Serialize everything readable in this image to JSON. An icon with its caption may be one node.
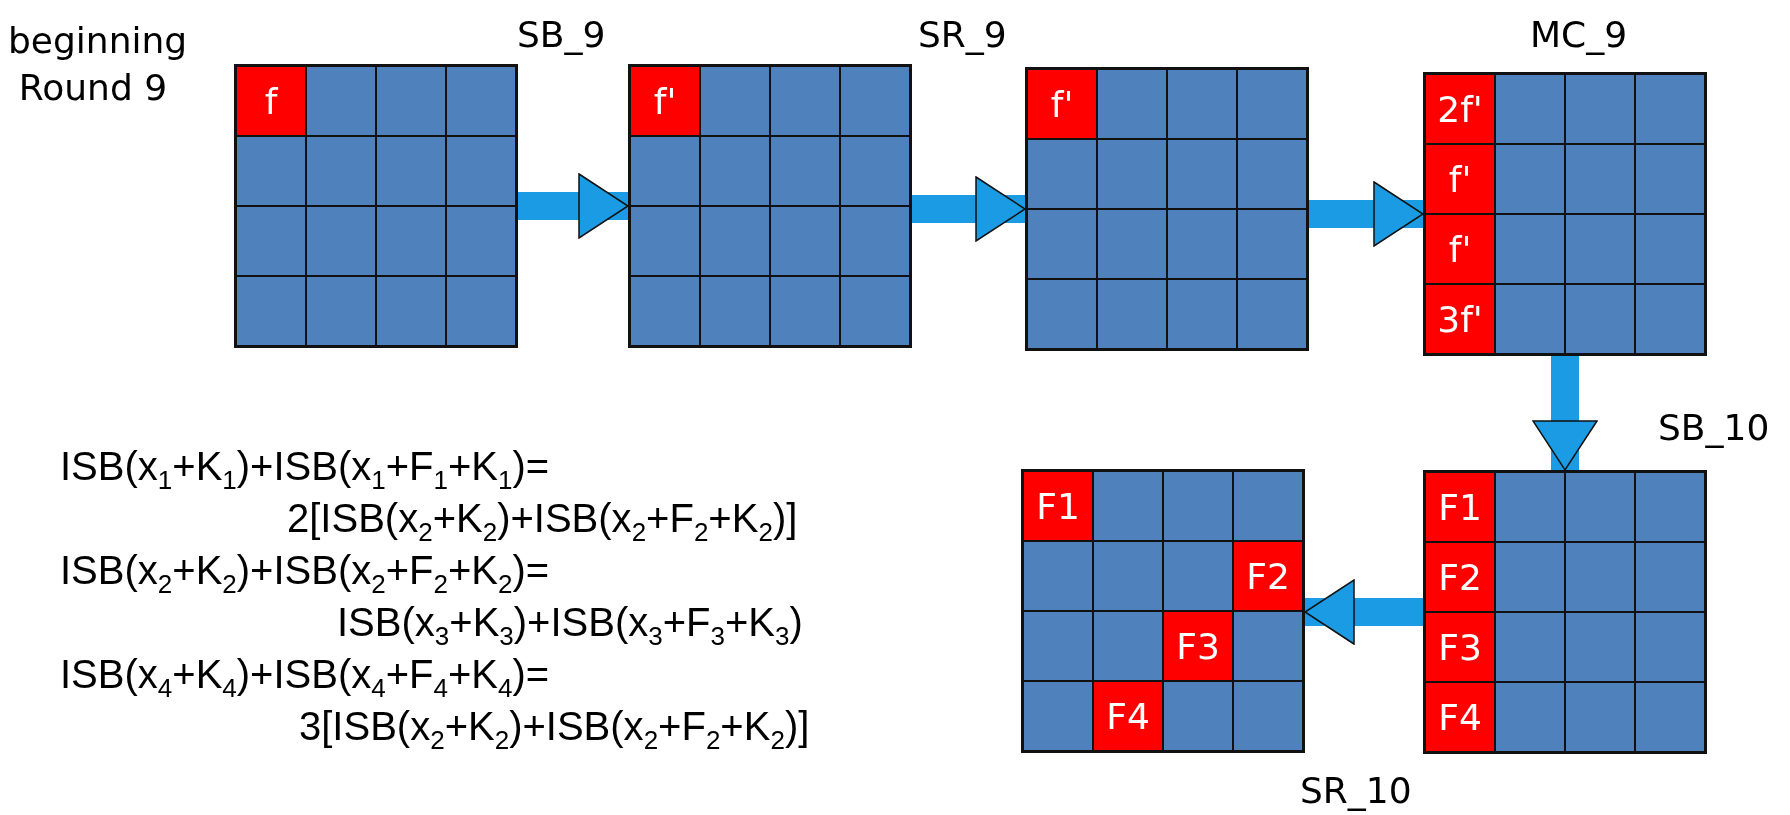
{
  "diagram": {
    "nodes": [
      {
        "text": [],
        "shape": "box",
        "beside": [
          "beginning Round 9"
        ]
      },
      {
        "text": [
          "f"
        ],
        "in": 0
      },
      {
        "text": [],
        "shape": "box",
        "beside": [
          "SB_9"
        ]
      },
      {
        "text": [
          "f'"
        ],
        "in": 2
      },
      {
        "text": [],
        "shape": "box",
        "beside": [
          "SR_9"
        ]
      },
      {
        "text": [
          "f'"
        ],
        "in": 4
      },
      {
        "text": [],
        "shape": "box",
        "beside": [
          "MC_9"
        ]
      },
      {
        "text": [
          "2f'"
        ],
        "in": 6
      },
      {
        "text": [
          "f'"
        ],
        "in": 6
      },
      {
        "text": [
          "f'"
        ],
        "in": 6
      },
      {
        "text": [
          "3f'"
        ],
        "in": 6
      },
      {
        "text": [],
        "shape": "box",
        "beside": [
          "SR_10"
        ]
      },
      {
        "text": [
          "F1"
        ],
        "in": 11
      },
      {
        "text": [
          "F2"
        ],
        "in": 11
      },
      {
        "text": [
          "F3"
        ],
        "in": 11
      },
      {
        "text": [
          "F4"
        ],
        "in": 11
      },
      {
        "text": [],
        "shape": "box",
        "beside": [
          "SB_10"
        ]
      },
      {
        "text": [
          "F1"
        ],
        "in": 16
      },
      {
        "text": [
          "F2"
        ],
        "in": 16
      },
      {
        "text": [
          "F3"
        ],
        "in": 16
      },
      {
        "text": [
          "F4"
        ],
        "in": 16
      }
    ],
    "edges": [
      {
        "from": 0,
        "to": 2,
        "arrow": "to"
      },
      {
        "from": 2,
        "to": 4,
        "arrow": "to"
      },
      {
        "from": 4,
        "to": 6,
        "arrow": "to"
      },
      {
        "from": 6,
        "to": 16,
        "arrow": "to"
      },
      {
        "from": 16,
        "to": 11,
        "arrow": "to"
      }
    ],
    "labels": [
      "ISB(x$_{1}$+K$_{1}$)+ISB(x$_{1}$+F$_{1}$+K$_{1}$)=",
      "2[ISB(x$_{2}$+K$_{2}$)+ISB(x$_{2}$+F$_{2}$+K$_{2}$)]",
      "ISB(x$_{2}$+K$_{2}$)+ISB(x$_{2}$+F$_{2}$+K$_{2}$)=",
      "ISB(x$_{3}$+K$_{3}$)+ISB(x$_{3}$+F$_{3}$+K$_{3}$)",
      "ISB(x$_{4}$+K$_{4}$)+ISB(x$_{4}$+F$_{4}$+K$_{4}$)=",
      "3[ISB(x$_{2}$+K$_{2}$)+ISB(x$_{2}$+F$_{2}$+K$_{2}$)]"
    ]
  }
}
